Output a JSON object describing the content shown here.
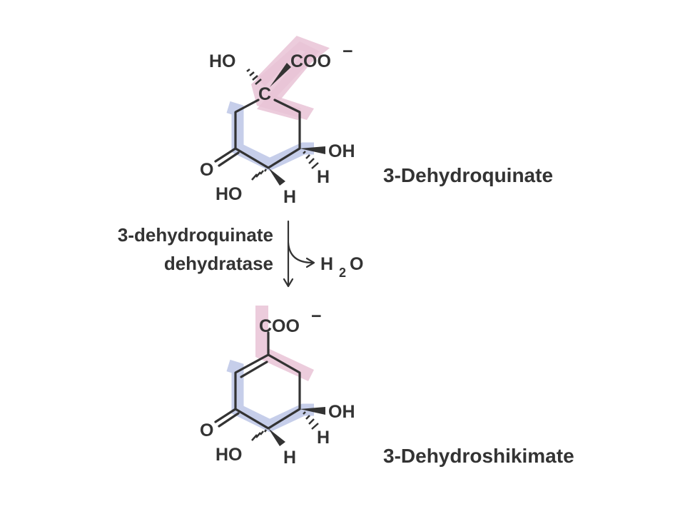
{
  "reactant": {
    "name": "3-Dehydroquinate",
    "atoms": {
      "ho_top": "HO",
      "carboxyl": "COO",
      "charge": "−",
      "carbon": "C",
      "oh_right": "OH",
      "h_right": "H",
      "keto_o": "O",
      "ho_bottom": "HO",
      "h_bottom": "H"
    }
  },
  "enzyme": {
    "line1": "3-dehydroquinate",
    "line2": "dehydratase"
  },
  "byproduct": {
    "h": "H",
    "sub": "2",
    "o": "O"
  },
  "product": {
    "name": "3-Dehydroshikimate",
    "atoms": {
      "carboxyl": "COO",
      "charge": "−",
      "oh_right": "OH",
      "h_right": "H",
      "keto_o": "O",
      "ho_bottom": "HO",
      "h_bottom": "H"
    }
  },
  "colors": {
    "text": "#333333",
    "highlight_pink": "#e9c3d6",
    "highlight_blue": "#bcc6e6"
  }
}
